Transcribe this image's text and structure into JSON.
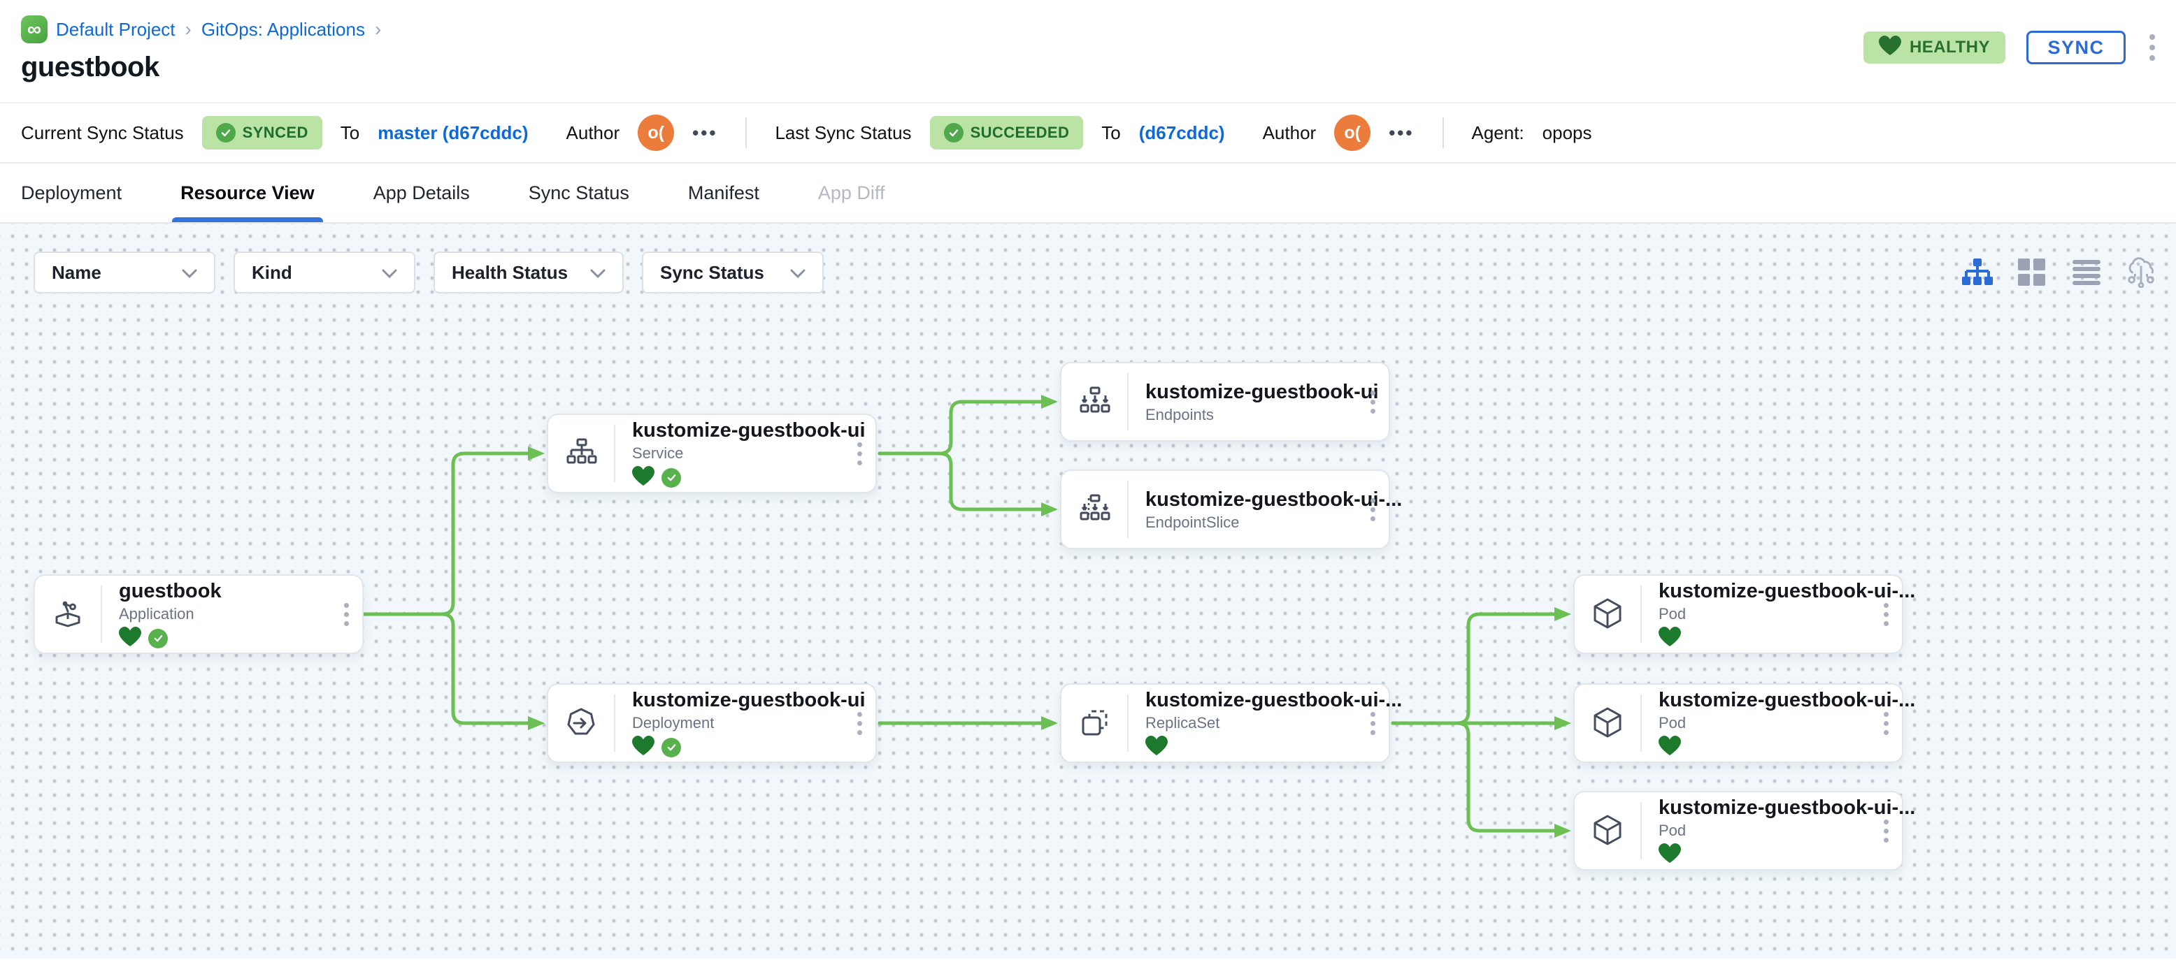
{
  "breadcrumb": {
    "logo_glyph": "∞",
    "items": [
      "Default Project",
      "GitOps: Applications"
    ],
    "separator": "›"
  },
  "header": {
    "title": "guestbook",
    "health_badge": "HEALTHY",
    "sync_button": "SYNC"
  },
  "status_bar": {
    "current_sync": {
      "label": "Current Sync Status",
      "badge": "SYNCED",
      "to_label": "To",
      "revision": "master (d67cddc)",
      "author_label": "Author",
      "author_avatar": "o(",
      "more": "•••"
    },
    "last_sync": {
      "label": "Last Sync Status",
      "badge": "SUCCEEDED",
      "to_label": "To",
      "revision": "(d67cddc)",
      "author_label": "Author",
      "author_avatar": "o(",
      "more": "•••"
    },
    "agent_label": "Agent:",
    "agent_value": "opops"
  },
  "tabs": [
    {
      "label": "Deployment",
      "active": false
    },
    {
      "label": "Resource View",
      "active": true
    },
    {
      "label": "App Details",
      "active": false
    },
    {
      "label": "Sync Status",
      "active": false
    },
    {
      "label": "Manifest",
      "active": false
    },
    {
      "label": "App Diff",
      "active": false,
      "disabled": true
    }
  ],
  "filters": [
    {
      "label": "Name"
    },
    {
      "label": "Kind"
    },
    {
      "label": "Health Status"
    },
    {
      "label": "Sync Status"
    }
  ],
  "view_toggles": [
    {
      "name": "tree-view-icon",
      "active": true
    },
    {
      "name": "grid-view-icon",
      "active": false
    },
    {
      "name": "list-view-icon",
      "active": false
    },
    {
      "name": "cloud-view-icon",
      "active": false
    }
  ],
  "graph": {
    "nodes": [
      {
        "name": "guestbook",
        "kind": "Application",
        "healthy": true,
        "synced": true
      },
      {
        "name": "kustomize-guestbook-ui",
        "kind": "Service",
        "healthy": true,
        "synced": true
      },
      {
        "name": "kustomize-guestbook-ui",
        "kind": "Endpoints"
      },
      {
        "name": "kustomize-guestbook-ui-...",
        "kind": "EndpointSlice"
      },
      {
        "name": "kustomize-guestbook-ui",
        "kind": "Deployment",
        "healthy": true,
        "synced": true
      },
      {
        "name": "kustomize-guestbook-ui-...",
        "kind": "ReplicaSet",
        "healthy": true
      },
      {
        "name": "kustomize-guestbook-ui-...",
        "kind": "Pod",
        "healthy": true
      },
      {
        "name": "kustomize-guestbook-ui-...",
        "kind": "Pod",
        "healthy": true
      },
      {
        "name": "kustomize-guestbook-ui-...",
        "kind": "Pod",
        "healthy": true
      }
    ],
    "edges": [
      [
        0,
        1
      ],
      [
        0,
        4
      ],
      [
        1,
        2
      ],
      [
        1,
        3
      ],
      [
        4,
        5
      ],
      [
        5,
        6
      ],
      [
        5,
        7
      ],
      [
        5,
        8
      ]
    ]
  },
  "colors": {
    "link_blue": "#0d69d8",
    "accent_blue": "#2d6bd4",
    "tab_underline_blue": "#3273d9",
    "badge_bg_green": "#bce3a6",
    "badge_text_green": "#1f6d2c",
    "heart_green": "#1d7a2c",
    "check_green": "#58b14c",
    "connector_green": "#6cbf52",
    "avatar_orange": "#ec7c3c",
    "canvas_bg": "#f1f7fa"
  }
}
